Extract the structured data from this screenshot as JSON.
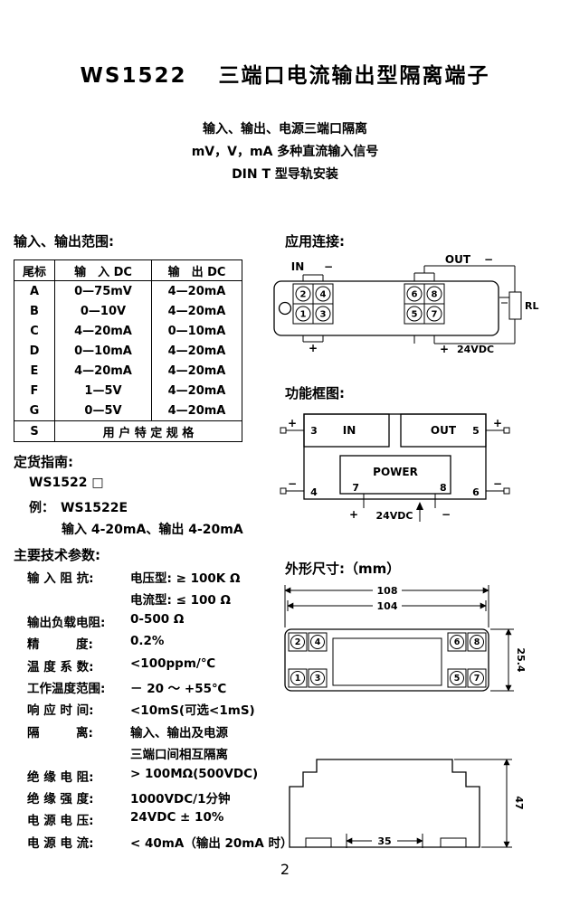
{
  "page": {
    "title": "WS1522　 三端口电流输出型隔离端子",
    "subtitles": [
      "输入、输出、电源三端口隔离",
      "mV，V，mA 多种直流输入信号",
      "DIN T 型导轨安装"
    ],
    "page_number": "2"
  },
  "sections": {
    "io": "输入、输出范围:",
    "app": "应用连接:",
    "order": "定货指南:",
    "block": "功能框图:",
    "specs": "主要技术参数:",
    "dims": "外形尺寸:（mm）"
  },
  "io_table": {
    "headers": [
      "尾标",
      "输　入 DC",
      "输　出 DC"
    ],
    "rows": [
      [
        "A",
        "0—75mV",
        "4—20mA"
      ],
      [
        "B",
        "0—10V",
        "4—20mA"
      ],
      [
        "C",
        "4—20mA",
        "0—10mA"
      ],
      [
        "D",
        "0—10mA",
        "4—20mA"
      ],
      [
        "E",
        "4—20mA",
        "4—20mA"
      ],
      [
        "F",
        "1—5V",
        "4—20mA"
      ],
      [
        "G",
        "0—5V",
        "4—20mA"
      ]
    ],
    "special_row": {
      "tail": "S",
      "text": "用 户 特 定 规 格"
    }
  },
  "ordering": {
    "model_line": "WS1522 □",
    "example_line": "例：　WS1522E",
    "example_desc": "输入 4-20mA、输出 4-20mA"
  },
  "specs": {
    "items": [
      {
        "label": "输 入 阻 抗:",
        "value": "电压型: ≥ 100K Ω"
      },
      {
        "label": "",
        "value": "电流型: ≤ 100 Ω"
      },
      {
        "label": "输出负载电阻:",
        "value": "0-500 Ω"
      },
      {
        "label": "精　　　度:",
        "value": "0.2%"
      },
      {
        "label": "温 度 系 数:",
        "value": "<100ppm/℃"
      },
      {
        "label": "工作温度范围:",
        "value": "－ 20 ～ +55℃"
      },
      {
        "label": "响 应 时 间:",
        "value": "<10mS(可选<1mS)"
      },
      {
        "label": "隔　　　离:",
        "value": "输入、输出及电源"
      },
      {
        "label": "",
        "value": "三端口间相互隔离"
      },
      {
        "label": "绝 缘 电 阻:",
        "value": "> 100MΩ(500VDC)"
      },
      {
        "label": "绝 缘 强 度:",
        "value": "1000VDC/1分钟"
      },
      {
        "label": "电 源 电 压:",
        "value": "24VDC ± 10%"
      },
      {
        "label": "电 源 电 流:",
        "value": "< 40mA（输出 20mA 时）"
      }
    ]
  },
  "labels": {
    "in": "IN",
    "out": "OUT",
    "power": "POWER",
    "rl": "RL",
    "vdc": "24VDC",
    "plus": "+",
    "minus": "−"
  },
  "terminals": {
    "t1": "1",
    "t2": "2",
    "t3": "3",
    "t4": "4",
    "t5": "5",
    "t6": "6",
    "t7": "7",
    "t8": "8"
  },
  "dims": {
    "d108": "108",
    "d104": "104",
    "d254": "25.4",
    "d35": "35",
    "d47": "47"
  }
}
